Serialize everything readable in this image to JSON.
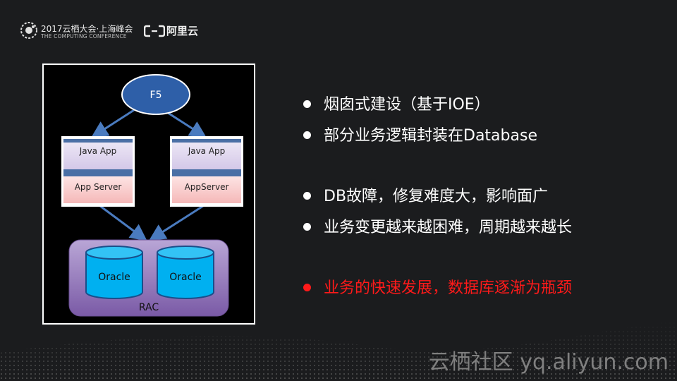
{
  "header": {
    "conference_title": "2017云栖大会·上海峰会",
    "conference_subtitle": "THE COMPUTING CONFERENCE",
    "brand_name": "阿里云"
  },
  "diagram": {
    "load_balancer": "F5",
    "app_left_top": "Java App",
    "app_left_bottom": "App Server",
    "app_right_top": "Java App",
    "app_right_bottom": "AppServer",
    "db_left": "Oracle",
    "db_right": "Oracle",
    "cluster_label": "RAC"
  },
  "bullets": [
    "烟囱式建设（基于IOE）",
    "部分业务逻辑封装在Database",
    "DB故障，修复难度大，影响面广",
    "业务变更越来越困难，周期越来越长",
    "业务的快速发展，数据库逐渐为瓶颈"
  ],
  "colors": {
    "background": "#1b1c1e",
    "highlight": "#ff1a1a",
    "node_blue": "#2e5fa8",
    "db_cyan": "#00b0f0",
    "rac_purple": "#8064a2"
  },
  "watermark": "云栖社区 yq.aliyun.com"
}
